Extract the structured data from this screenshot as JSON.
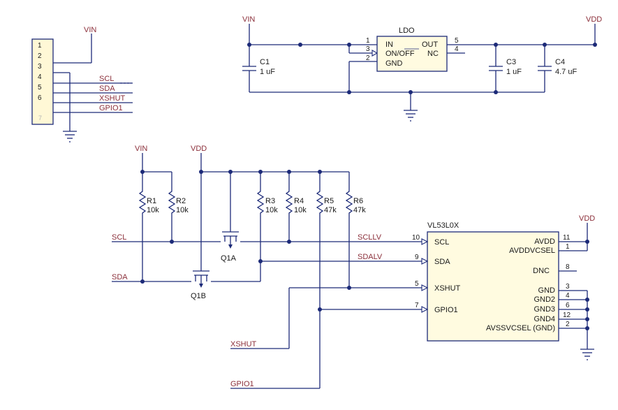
{
  "connector": {
    "pins": [
      "1",
      "2",
      "3",
      "4",
      "5",
      "6",
      "7"
    ],
    "signals": [
      "SCL",
      "SDA",
      "XSHUT",
      "GPIO1"
    ]
  },
  "power": {
    "vin": "VIN",
    "vdd": "VDD"
  },
  "ldo": {
    "name": "LDO",
    "name_prefix": "",
    "pins_left": [
      "IN",
      "ON/OFF",
      "GND"
    ],
    "pins_right": [
      "OUT",
      "NC"
    ],
    "pin_numbers": [
      "1",
      "3",
      "2",
      "5",
      "4"
    ]
  },
  "capacitors": [
    {
      "ref": "C1",
      "value": "1 uF"
    },
    {
      "ref": "C3",
      "value": "1 uF"
    },
    {
      "ref": "C4",
      "value": "4.7 uF"
    }
  ],
  "resistors": [
    {
      "ref": "R1",
      "value": "10k"
    },
    {
      "ref": "R2",
      "value": "10k"
    },
    {
      "ref": "R3",
      "value": "10k"
    },
    {
      "ref": "R4",
      "value": "10k"
    },
    {
      "ref": "R5",
      "value": "47k"
    },
    {
      "ref": "R6",
      "value": "47k"
    }
  ],
  "transistors": [
    "Q1A",
    "Q1B"
  ],
  "nets": {
    "scl": "SCL",
    "sda": "SDA",
    "scllv": "SCLLV",
    "sdalv": "SDALV",
    "xshut": "XSHUT",
    "gpio1": "GPIO1"
  },
  "sensor": {
    "name": "VL53L0X",
    "left_pins": [
      {
        "num": "10",
        "name": "SCL"
      },
      {
        "num": "9",
        "name": "SDA"
      },
      {
        "num": "5",
        "name": "XSHUT"
      },
      {
        "num": "7",
        "name": "GPIO1"
      }
    ],
    "right_pins": [
      {
        "num": "11",
        "name": "AVDD"
      },
      {
        "num": "1",
        "name": "AVDDVCSEL"
      },
      {
        "num": "8",
        "name": "DNC"
      },
      {
        "num": "3",
        "name": "GND"
      },
      {
        "num": "4",
        "name": "GND2"
      },
      {
        "num": "6",
        "name": "GND3"
      },
      {
        "num": "12",
        "name": "GND4"
      },
      {
        "num": "2",
        "name": "AVSSVCSEL (GND)"
      }
    ]
  },
  "colors": {
    "wire": "#1c2a78",
    "net_label": "#8b2f3a",
    "part_fill": "#fff8d6"
  }
}
